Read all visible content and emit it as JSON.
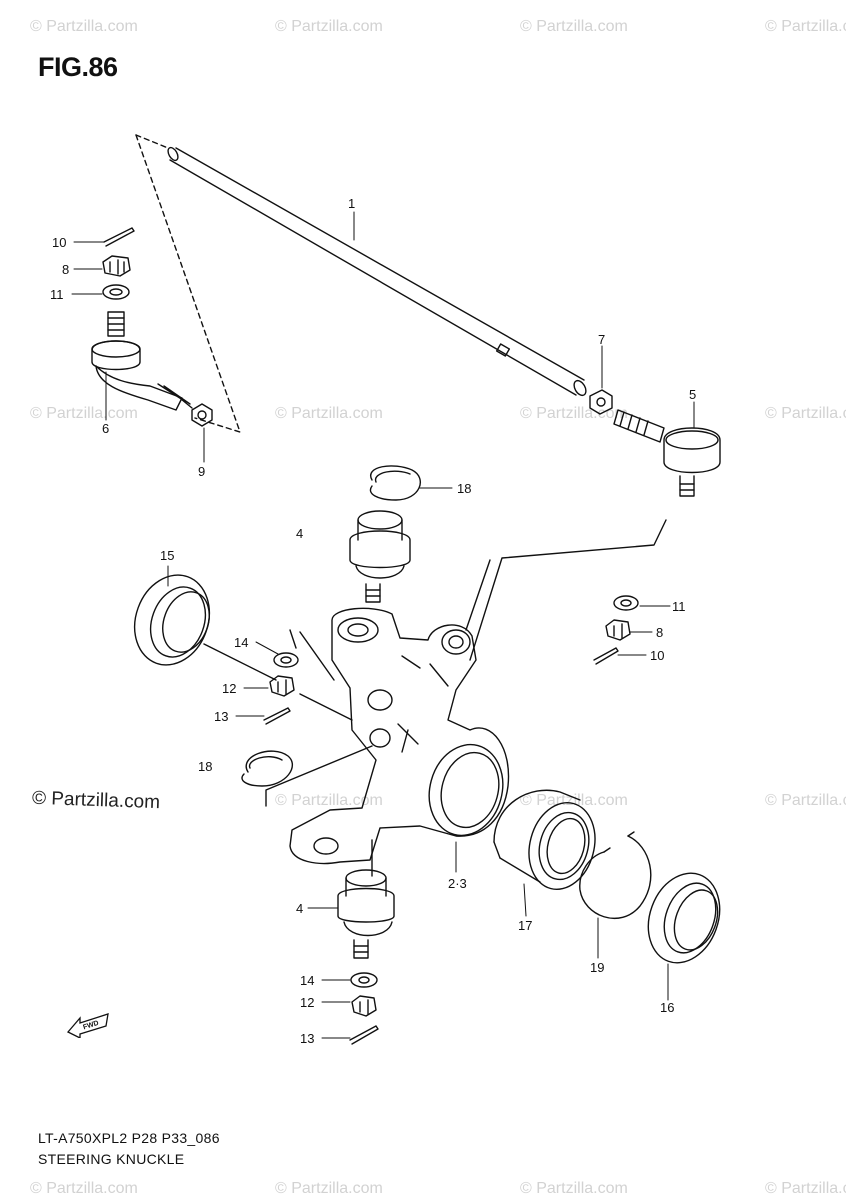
{
  "figure": {
    "title": "FIG.86",
    "code": "LT-A750XPL2 P28 P33_086",
    "name": "STEERING KNUCKLE"
  },
  "watermark": {
    "text": "© Partzilla.com",
    "main_text": "© Partzilla.com"
  },
  "callouts": [
    {
      "id": "c1",
      "label": "1"
    },
    {
      "id": "c10a",
      "label": "10"
    },
    {
      "id": "c8a",
      "label": "8"
    },
    {
      "id": "c11a",
      "label": "11"
    },
    {
      "id": "c6",
      "label": "6"
    },
    {
      "id": "c9",
      "label": "9"
    },
    {
      "id": "c7",
      "label": "7"
    },
    {
      "id": "c5",
      "label": "5"
    },
    {
      "id": "c18a",
      "label": "18"
    },
    {
      "id": "c4a",
      "label": "4"
    },
    {
      "id": "c15",
      "label": "15"
    },
    {
      "id": "c11b",
      "label": "11"
    },
    {
      "id": "c8b",
      "label": "8"
    },
    {
      "id": "c10b",
      "label": "10"
    },
    {
      "id": "c14a",
      "label": "14"
    },
    {
      "id": "c12a",
      "label": "12"
    },
    {
      "id": "c13a",
      "label": "13"
    },
    {
      "id": "c18b",
      "label": "18"
    },
    {
      "id": "c23",
      "label": "2·3"
    },
    {
      "id": "c17",
      "label": "17"
    },
    {
      "id": "c19",
      "label": "19"
    },
    {
      "id": "c16",
      "label": "16"
    },
    {
      "id": "c4b",
      "label": "4"
    },
    {
      "id": "c14b",
      "label": "14"
    },
    {
      "id": "c12b",
      "label": "12"
    },
    {
      "id": "c13b",
      "label": "13"
    }
  ],
  "forward_marker": "FWD"
}
